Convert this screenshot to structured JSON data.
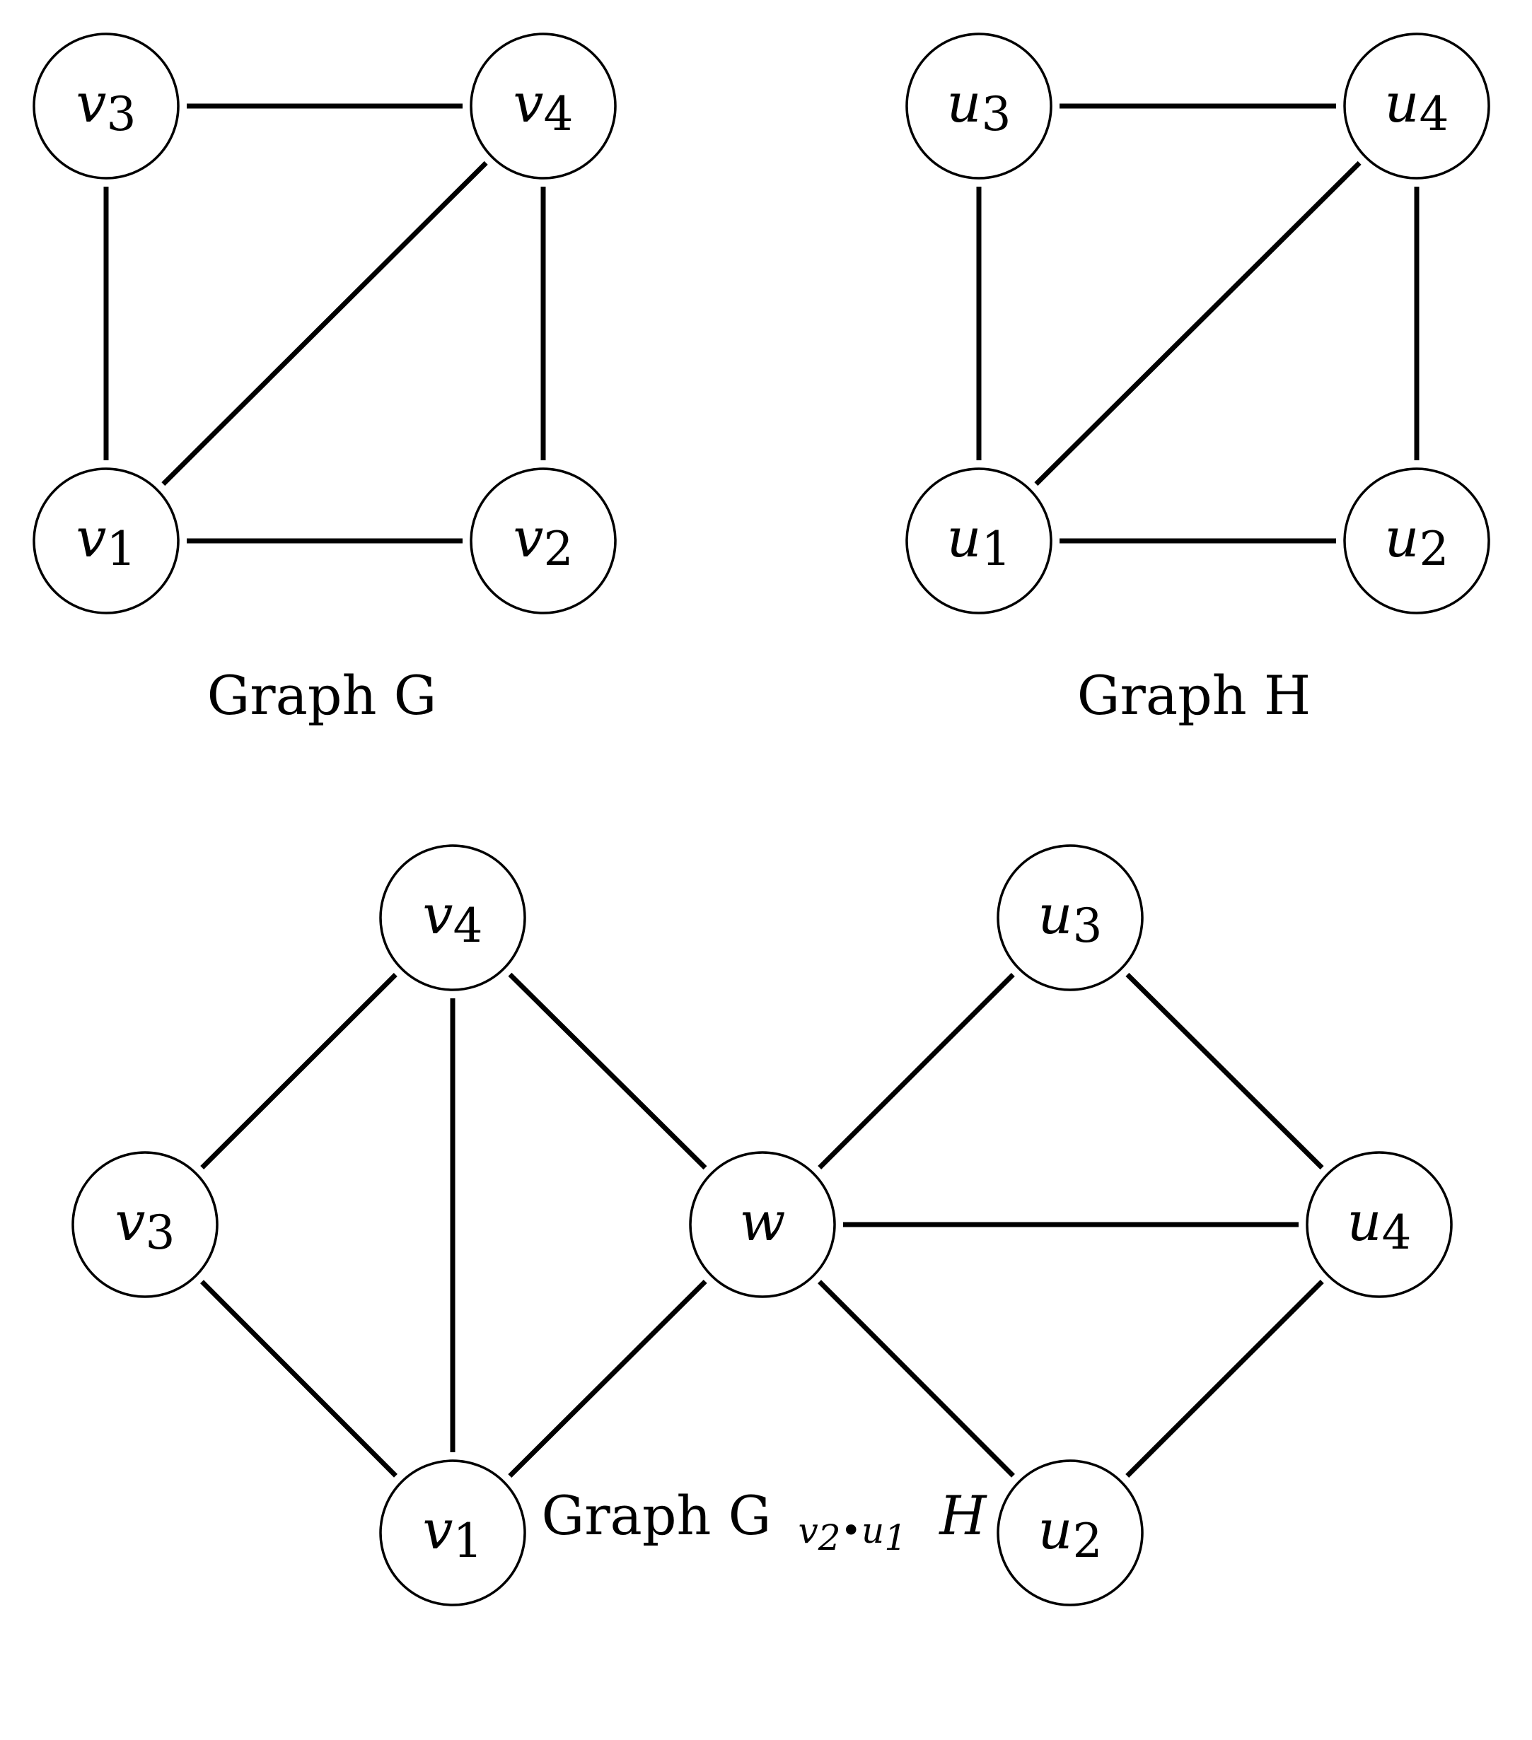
{
  "colors": {
    "stroke": "#000000",
    "background": "#ffffff"
  },
  "graphs": [
    {
      "id": "G",
      "caption": "Graph G",
      "nodes": [
        {
          "id": "v3",
          "base": "v",
          "sub": "3"
        },
        {
          "id": "v4",
          "base": "v",
          "sub": "4"
        },
        {
          "id": "v1",
          "base": "v",
          "sub": "1"
        },
        {
          "id": "v2",
          "base": "v",
          "sub": "2"
        }
      ],
      "edges": [
        [
          "v3",
          "v4"
        ],
        [
          "v3",
          "v1"
        ],
        [
          "v4",
          "v2"
        ],
        [
          "v4",
          "v1"
        ],
        [
          "v1",
          "v2"
        ]
      ]
    },
    {
      "id": "H",
      "caption": "Graph H",
      "nodes": [
        {
          "id": "u3",
          "base": "u",
          "sub": "3"
        },
        {
          "id": "u4",
          "base": "u",
          "sub": "4"
        },
        {
          "id": "u1",
          "base": "u",
          "sub": "1"
        },
        {
          "id": "u2",
          "base": "u",
          "sub": "2"
        }
      ],
      "edges": [
        [
          "u3",
          "u4"
        ],
        [
          "u3",
          "u1"
        ],
        [
          "u4",
          "u2"
        ],
        [
          "u4",
          "u1"
        ],
        [
          "u1",
          "u2"
        ]
      ]
    },
    {
      "id": "GH",
      "caption": {
        "prefix": "Graph G",
        "operator": {
          "v": "v",
          "v_sub": "2",
          "dot": "•",
          "u": "u",
          "u_sub": "1"
        },
        "suffix": "H"
      },
      "nodes": [
        {
          "id": "v4",
          "base": "v",
          "sub": "4"
        },
        {
          "id": "u3",
          "base": "u",
          "sub": "3"
        },
        {
          "id": "v3",
          "base": "v",
          "sub": "3"
        },
        {
          "id": "w",
          "base": "w",
          "sub": ""
        },
        {
          "id": "u4",
          "base": "u",
          "sub": "4"
        },
        {
          "id": "v1",
          "base": "v",
          "sub": "1"
        },
        {
          "id": "u2",
          "base": "u",
          "sub": "2"
        }
      ],
      "edges": [
        [
          "v4",
          "v3"
        ],
        [
          "v4",
          "v1"
        ],
        [
          "v4",
          "w"
        ],
        [
          "v3",
          "v1"
        ],
        [
          "v1",
          "w"
        ],
        [
          "w",
          "u3"
        ],
        [
          "w",
          "u4"
        ],
        [
          "w",
          "u2"
        ],
        [
          "u3",
          "u4"
        ],
        [
          "u4",
          "u2"
        ]
      ]
    }
  ]
}
